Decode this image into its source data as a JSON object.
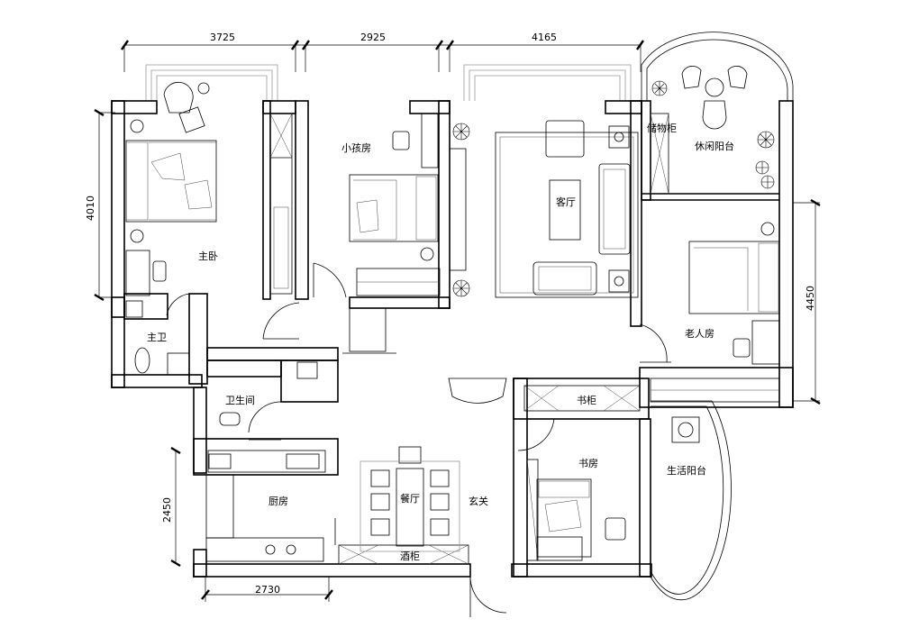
{
  "dimensions": {
    "top": [
      "3725",
      "2925",
      "4165"
    ],
    "left_upper": "4010",
    "left_lower": "2450",
    "bottom": "2730",
    "right": "4450"
  },
  "rooms": {
    "master_bedroom": "主卧",
    "kids_room": "小孩房",
    "living_room": "客厅",
    "storage_cabinet": "储物柜",
    "leisure_balcony": "休闲阳台",
    "master_bath": "主卫",
    "elder_room": "老人房",
    "bathroom": "卫生间",
    "bookcase": "书柜",
    "study": "书房",
    "utility_balcony": "生活阳台",
    "kitchen": "厨房",
    "dining": "餐厅",
    "entrance": "玄关",
    "wine_cabinet": "酒柜"
  }
}
